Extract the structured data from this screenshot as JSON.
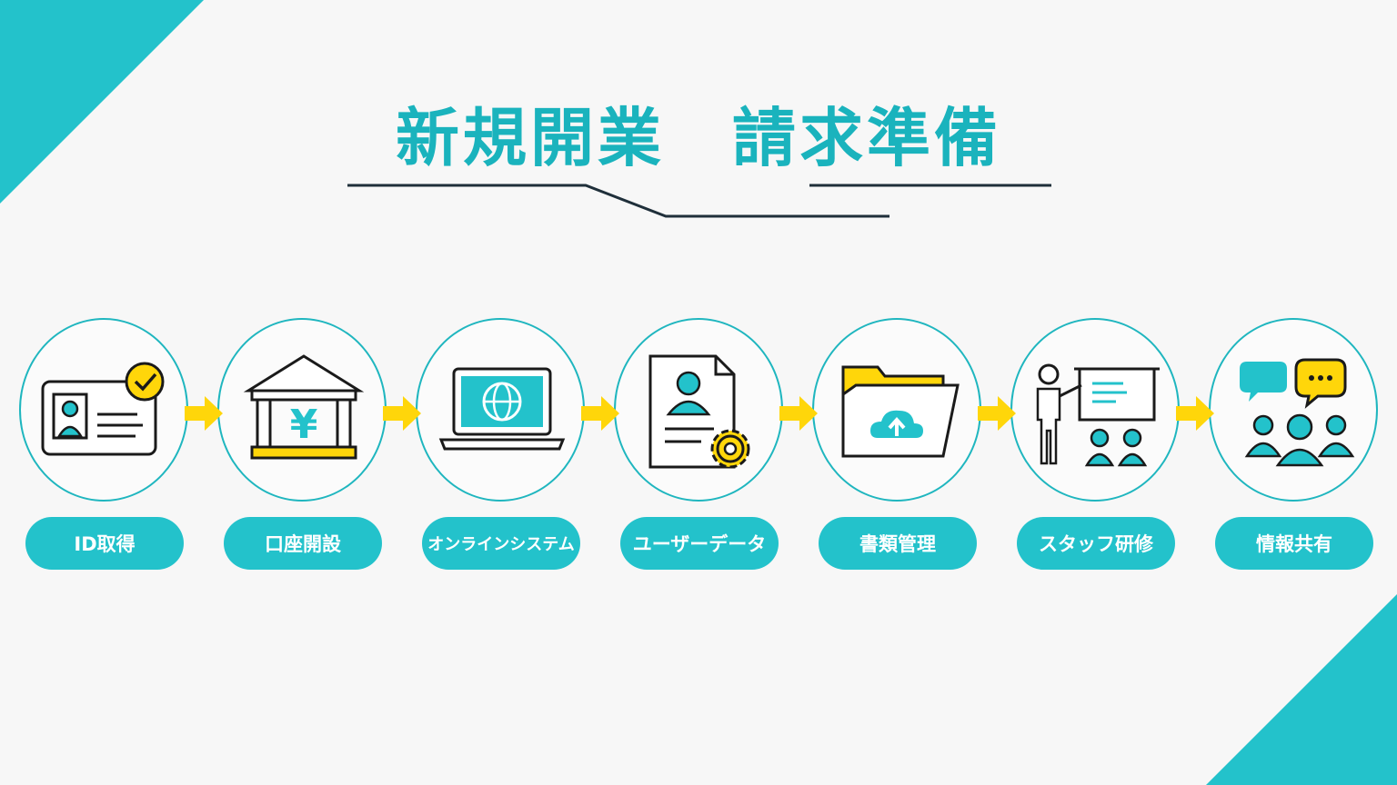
{
  "title": "新規開業　請求準備",
  "colors": {
    "accent": "#23c2cb",
    "title": "#1ab3bd",
    "highlight": "#ffd60a",
    "outline": "#1a1a1a",
    "background": "#f7f7f7"
  },
  "steps": [
    {
      "label": "ID取得",
      "icon": "id-card-check-icon"
    },
    {
      "label": "口座開設",
      "icon": "bank-yen-icon"
    },
    {
      "label": "オンラインシステム",
      "icon": "laptop-globe-icon"
    },
    {
      "label": "ユーザーデータ",
      "icon": "user-document-gear-icon"
    },
    {
      "label": "書類管理",
      "icon": "folder-cloud-upload-icon"
    },
    {
      "label": "スタッフ研修",
      "icon": "presenter-training-icon"
    },
    {
      "label": "情報共有",
      "icon": "people-chat-icon"
    }
  ]
}
